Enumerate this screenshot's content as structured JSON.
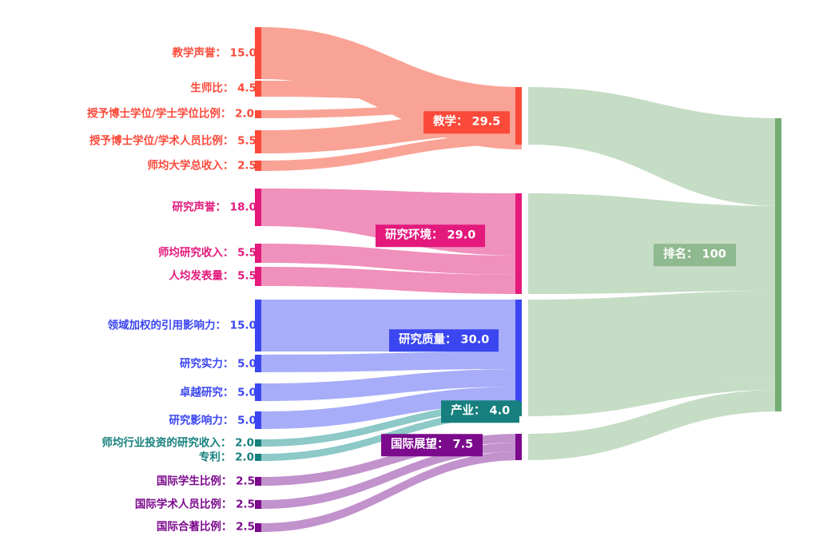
{
  "chart_data": {
    "type": "sankey",
    "title": "",
    "nodes": [
      {
        "id": "teaching_reputation",
        "label": "教学声誉",
        "value": 15.0,
        "column": 0,
        "color": "#fb4a3a"
      },
      {
        "id": "student_staff_ratio",
        "label": "生师比",
        "value": 4.5,
        "column": 0,
        "color": "#fb4a3a"
      },
      {
        "id": "doctorate_bachelor_ratio",
        "label": "授予博士学位/学士学位比例",
        "value": 2.0,
        "column": 0,
        "color": "#fb4a3a"
      },
      {
        "id": "doctorate_staff_ratio",
        "label": "授予博士学位/学术人员比例",
        "value": 5.5,
        "column": 0,
        "color": "#fb4a3a"
      },
      {
        "id": "institutional_income",
        "label": "师均大学总收入",
        "value": 2.5,
        "column": 0,
        "color": "#fb4a3a"
      },
      {
        "id": "research_reputation",
        "label": "研究声誉",
        "value": 18.0,
        "column": 0,
        "color": "#e3197c"
      },
      {
        "id": "research_income",
        "label": "师均研究收入",
        "value": 5.5,
        "column": 0,
        "color": "#e3197c"
      },
      {
        "id": "publications_per_staff",
        "label": "人均发表量",
        "value": 5.5,
        "column": 0,
        "color": "#e3197c"
      },
      {
        "id": "fwci",
        "label": "领域加权的引用影响力",
        "value": 15.0,
        "column": 0,
        "color": "#3b46f1"
      },
      {
        "id": "research_strength",
        "label": "研究实力",
        "value": 5.0,
        "column": 0,
        "color": "#3b46f1"
      },
      {
        "id": "research_excellence",
        "label": "卓越研究",
        "value": 5.0,
        "column": 0,
        "color": "#3b46f1"
      },
      {
        "id": "research_influence",
        "label": "研究影响力",
        "value": 5.0,
        "column": 0,
        "color": "#3b46f1"
      },
      {
        "id": "industry_income",
        "label": "师均行业投资的研究收入",
        "value": 2.0,
        "column": 0,
        "color": "#17807e"
      },
      {
        "id": "patents",
        "label": "专利",
        "value": 2.0,
        "column": 0,
        "color": "#17807e"
      },
      {
        "id": "intl_students",
        "label": "国际学生比例",
        "value": 2.5,
        "column": 0,
        "color": "#7b0a8c"
      },
      {
        "id": "intl_staff",
        "label": "国际学术人员比例",
        "value": 2.5,
        "column": 0,
        "color": "#7b0a8c"
      },
      {
        "id": "intl_coauthorship",
        "label": "国际合著比例",
        "value": 2.5,
        "column": 0,
        "color": "#7b0a8c"
      },
      {
        "id": "teaching",
        "label": "教学",
        "value": 29.5,
        "column": 1,
        "color": "#fb4a3a"
      },
      {
        "id": "research_env",
        "label": "研究环境",
        "value": 29.0,
        "column": 1,
        "color": "#e3197c"
      },
      {
        "id": "research_quality",
        "label": "研究质量",
        "value": 30.0,
        "column": 1,
        "color": "#3b46f1"
      },
      {
        "id": "industry",
        "label": "产业",
        "value": 4.0,
        "column": 1,
        "color": "#17807e"
      },
      {
        "id": "intl_outlook",
        "label": "国际展望",
        "value": 7.5,
        "column": 1,
        "color": "#7b0a8c"
      },
      {
        "id": "ranking",
        "label": "排名",
        "value": 100,
        "column": 2,
        "color": "#74ad74"
      }
    ],
    "links": [
      {
        "source": "teaching_reputation",
        "target": "teaching",
        "value": 15.0
      },
      {
        "source": "student_staff_ratio",
        "target": "teaching",
        "value": 4.5
      },
      {
        "source": "doctorate_bachelor_ratio",
        "target": "teaching",
        "value": 2.0
      },
      {
        "source": "doctorate_staff_ratio",
        "target": "teaching",
        "value": 5.5
      },
      {
        "source": "institutional_income",
        "target": "teaching",
        "value": 2.5
      },
      {
        "source": "research_reputation",
        "target": "research_env",
        "value": 18.0
      },
      {
        "source": "research_income",
        "target": "research_env",
        "value": 5.5
      },
      {
        "source": "publications_per_staff",
        "target": "research_env",
        "value": 5.5
      },
      {
        "source": "fwci",
        "target": "research_quality",
        "value": 15.0
      },
      {
        "source": "research_strength",
        "target": "research_quality",
        "value": 5.0
      },
      {
        "source": "research_excellence",
        "target": "research_quality",
        "value": 5.0
      },
      {
        "source": "research_influence",
        "target": "research_quality",
        "value": 5.0
      },
      {
        "source": "industry_income",
        "target": "industry",
        "value": 2.0
      },
      {
        "source": "patents",
        "target": "industry",
        "value": 2.0
      },
      {
        "source": "intl_students",
        "target": "intl_outlook",
        "value": 2.5
      },
      {
        "source": "intl_staff",
        "target": "intl_outlook",
        "value": 2.5
      },
      {
        "source": "intl_coauthorship",
        "target": "intl_outlook",
        "value": 2.5
      },
      {
        "source": "teaching",
        "target": "ranking",
        "value": 29.5
      },
      {
        "source": "research_env",
        "target": "ranking",
        "value": 29.0
      },
      {
        "source": "research_quality",
        "target": "ranking",
        "value": 30.0
      },
      {
        "source": "industry",
        "target": "ranking",
        "value": 4.0
      },
      {
        "source": "intl_outlook",
        "target": "ranking",
        "value": 7.5
      }
    ],
    "total": 100,
    "separator": "：",
    "colors": {
      "teaching_group": "#fb4a3a",
      "research_env_group": "#e3197c",
      "research_quality_group": "#3b46f1",
      "industry_group": "#17807e",
      "intl_group": "#7b0a8c",
      "ranking": "#74ad74",
      "link_teaching": "#f9a396",
      "link_research_env": "#f090bc",
      "link_research_quality": "#a7adf8",
      "link_industry": "#8cc9c7",
      "link_intl": "#c292cd",
      "link_ranking": "#c5dcc5"
    }
  },
  "source_labels": [
    {
      "name": "教学声誉",
      "text": "教学声誉： 15.0",
      "color": "#fb4a3a"
    },
    {
      "name": "生师比",
      "text": "生师比： 4.5",
      "color": "#fb4a3a"
    },
    {
      "name": "授予博士学位/学士学位比例",
      "text": "授予博士学位/学士学位比例： 2.0",
      "color": "#fb4a3a"
    },
    {
      "name": "授予博士学位/学术人员比例",
      "text": "授予博士学位/学术人员比例： 5.5",
      "color": "#fb4a3a"
    },
    {
      "name": "师均大学总收入",
      "text": "师均大学总收入： 2.5",
      "color": "#fb4a3a"
    },
    {
      "name": "研究声誉",
      "text": "研究声誉： 18.0",
      "color": "#e3197c"
    },
    {
      "name": "师均研究收入",
      "text": "师均研究收入： 5.5",
      "color": "#e3197c"
    },
    {
      "name": "人均发表量",
      "text": "人均发表量： 5.5",
      "color": "#e3197c"
    },
    {
      "name": "领域加权的引用影响力",
      "text": "领域加权的引用影响力： 15.0",
      "color": "#3b46f1"
    },
    {
      "name": "研究实力",
      "text": "研究实力： 5.0",
      "color": "#3b46f1"
    },
    {
      "name": "卓越研究",
      "text": "卓越研究： 5.0",
      "color": "#3b46f1"
    },
    {
      "name": "研究影响力",
      "text": "研究影响力： 5.0",
      "color": "#3b46f1"
    },
    {
      "name": "师均行业投资的研究收入",
      "text": "师均行业投资的研究收入： 2.0",
      "color": "#17807e"
    },
    {
      "name": "专利",
      "text": "专利： 2.0",
      "color": "#17807e"
    },
    {
      "name": "国际学生比例",
      "text": "国际学生比例： 2.5",
      "color": "#7b0a8c"
    },
    {
      "name": "国际学术人员比例",
      "text": "国际学术人员比例： 2.5",
      "color": "#7b0a8c"
    },
    {
      "name": "国际合著比例",
      "text": "国际合著比例： 2.5",
      "color": "#7b0a8c"
    }
  ],
  "node_labels": [
    {
      "name": "教学",
      "text": "教学： 29.5",
      "color": "#fb4a3a"
    },
    {
      "name": "研究环境",
      "text": "研究环境： 29.0",
      "color": "#e3197c"
    },
    {
      "name": "研究质量",
      "text": "研究质量： 30.0",
      "color": "#3b46f1"
    },
    {
      "name": "产业",
      "text": "产业： 4.0",
      "color": "#17807e"
    },
    {
      "name": "国际展望",
      "text": "国际展望： 7.5",
      "color": "#7b0a8c"
    },
    {
      "name": "排名",
      "text": "排名： 100",
      "color": "#74ad74"
    }
  ]
}
